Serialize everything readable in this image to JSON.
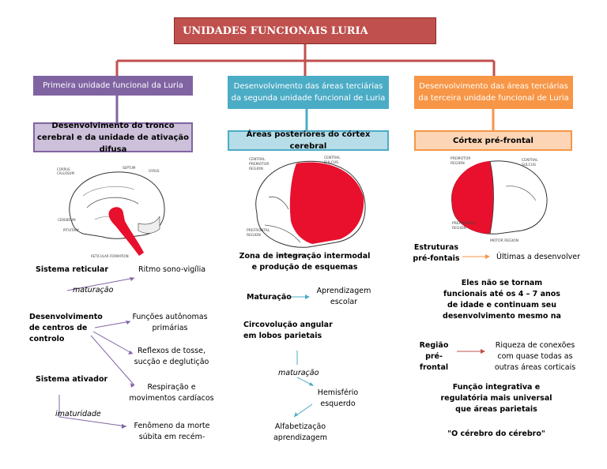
{
  "title": "UNIDADES FUNCIONAIS LURIA",
  "col1": {
    "header": "Primeira unidade funcional da Luria",
    "subheader": "Desenvolvimento do tronco cerebral e da unidade de ativação difusa",
    "sistema_reticular": "Sistema reticular",
    "ritmo": "Ritmo sono-vigília",
    "maturacao": "maturação",
    "desenvolvimento_centros": "Desenvolvimento de centros de controlo",
    "funcoes": "Funções autônomas primárias",
    "reflexos": "Reflexos de tosse, sucção e deglutição",
    "respiracao": "Respiração e movimentos cardíacos",
    "sistema_ativador": "Sistema ativador",
    "imaturidade": "imaturidade",
    "fenomeno": "Fenômeno da morte súbita em recém-"
  },
  "col2": {
    "header": "Desenvolvimento das áreas terciárias da segunda unidade funcional de Luria",
    "subheader": "Áreas posteriores do córtex cerebral",
    "zona": "Zona de integração intermodal e produção de esquemas",
    "maturacao_label": "Maturação",
    "aprendizagem_escolar": "Aprendizagem escolar",
    "circunvolucao": "Circovolução angular em lobos parietais",
    "maturacao": "maturação",
    "hemisferio": "Hemisfério esquerdo",
    "alfabetizacao": "Alfabetização aprendizagem"
  },
  "col3": {
    "header": "Desenvolvimento das áreas terciárias da terceira unidade funcional de Luria",
    "subheader": "Córtex pré-frontal",
    "estruturas": "Estruturas pré-fontais",
    "ultimas": "Últimas a desenvolver",
    "eles": "Eles não se tornam funcionais até os 4 – 7 anos de idade e continuam seu desenvolvimento mesmo na",
    "regiao": "Região pré-frontal",
    "riqueza": "Riqueza de conexões com quase todas as outras áreas corticais",
    "funcao": "Função integrativa e regulatória mais universal que áreas parietais",
    "cerebro": "\"O cérebro do cérebro\""
  },
  "colors": {
    "title": "#c0504d",
    "purple": "#8064a2",
    "blue": "#4bacc6",
    "orange": "#f79646",
    "brain_highlight": "#e8102c"
  }
}
